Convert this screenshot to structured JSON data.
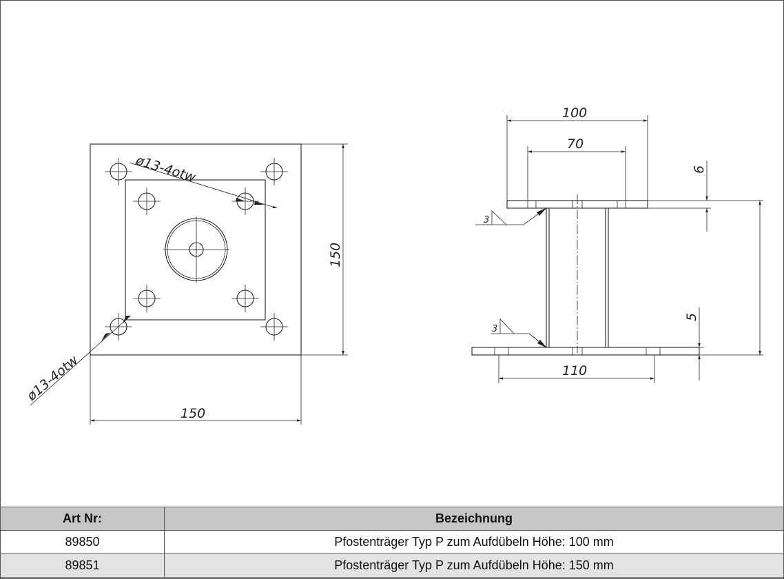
{
  "drawing": {
    "top_view": {
      "width_dim": "150",
      "height_dim": "150",
      "hole_callout_top": "ø13-4otw",
      "hole_callout_bottom": "ø13-4otw"
    },
    "side_view": {
      "top_width_dim": "100",
      "inner_width_dim": "70",
      "top_thickness_dim": "6",
      "base_thickness_dim": "5",
      "base_width_dim": "110",
      "weld_top": "3",
      "weld_bottom": "3"
    }
  },
  "table": {
    "headers": [
      "Art Nr:",
      "Bezeichnung"
    ],
    "rows": [
      {
        "art_nr": "89850",
        "bezeichnung": "Pfostenträger Typ P zum Aufdübeln Höhe: 100 mm"
      },
      {
        "art_nr": "89851",
        "bezeichnung": "Pfostenträger Typ P zum Aufdübeln Höhe: 150 mm"
      }
    ]
  }
}
